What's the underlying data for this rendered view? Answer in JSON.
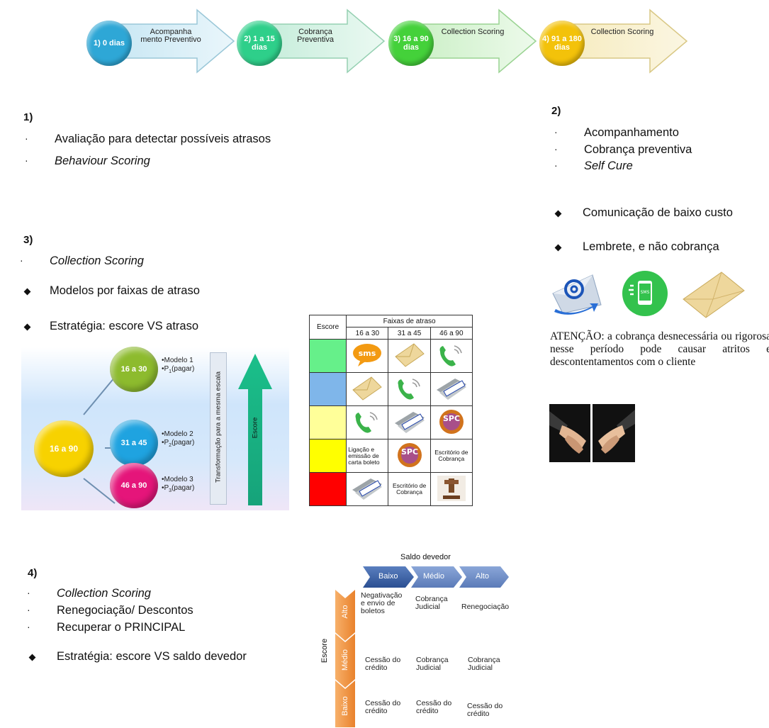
{
  "stages": [
    {
      "circle": "1) 0 dias",
      "label": "Acompanha mento Preventivo",
      "color": "#2ea7d6"
    },
    {
      "circle": "2) 1 a 15 dias",
      "label": "Cobrança Preventiva",
      "color": "#2ecf8a"
    },
    {
      "circle": "3) 16 a 90 dias",
      "label": "Collection Scoring",
      "color": "#44d13a"
    },
    {
      "circle": "4) 91 a 180 dias",
      "label": "Collection Scoring",
      "color": "#f3c20a"
    }
  ],
  "s1": {
    "head": "1)",
    "items": [
      "Avaliação para detectar possíveis atrasos",
      "Behaviour Scoring"
    ]
  },
  "s2": {
    "head": "2)",
    "items": [
      "Acompanhamento",
      "Cobrança preventiva",
      "Self Cure"
    ],
    "diamonds": [
      "Comunicação de baixo custo",
      "Lembrete, e não cobrança"
    ]
  },
  "s3": {
    "head": "3)",
    "items": [
      "Collection Scoring"
    ],
    "diamonds": [
      "Modelos por faixas de atraso",
      "Estratégia: escore VS atraso"
    ]
  },
  "s4": {
    "head": "4)",
    "items": [
      "Collection Scoring",
      "Renegociação/ Descontos",
      "Recuperar o PRINCIPAL"
    ],
    "diamonds": [
      "Estratégia: escore VS saldo devedor"
    ]
  },
  "attention": "ATENÇÃO: a cobrança desnecessária ou rigorosa nesse período pode causar atritos e descontentamentos com o cliente",
  "model_diagram": {
    "center": "16 a 90",
    "branches": [
      {
        "label": "16 a 30",
        "model": "•Modelo 1",
        "p": "•P1(pagar)",
        "color": "#8dbb2e"
      },
      {
        "label": "31 a 45",
        "model": "•Modelo 2",
        "p": "•P2(pagar)",
        "color": "#1fa3e0"
      },
      {
        "label": "46 a 90",
        "model": "•Modelo 3",
        "p": "•P3(pagar)",
        "color": "#e5157a"
      }
    ],
    "transform_label": "Transformação para a mesma escala",
    "escore_label": "Escore"
  },
  "risk_table": {
    "escore_header": "Escore",
    "faixas_header": "Faixas de atraso",
    "columns": [
      "16 a 30",
      "31 a 45",
      "46 a 90"
    ],
    "row_colors": [
      "#66f08a",
      "#7fb6ea",
      "#ffff99",
      "#ffff00",
      "#ff0000"
    ],
    "text_cells": {
      "ligacao": "Ligação e emissão de carta boleto",
      "escritorio": "Escritório de Cobrança"
    }
  },
  "saldo": {
    "title": "Saldo devedor",
    "columns": [
      "Baixo",
      "Médio",
      "Alto"
    ],
    "rows": [
      "Alto",
      "Médio",
      "Baixo"
    ],
    "axis": "Escore",
    "cells": [
      [
        "Negativação e envio de boletos",
        "Cobrança Judicial",
        "Renegociação"
      ],
      [
        "Cessão do crédito",
        "Cobrança Judicial",
        "Cobrança Judicial"
      ],
      [
        "Cessão do crédito",
        "Cessão do crédito",
        "Cessão do crédito"
      ]
    ]
  }
}
